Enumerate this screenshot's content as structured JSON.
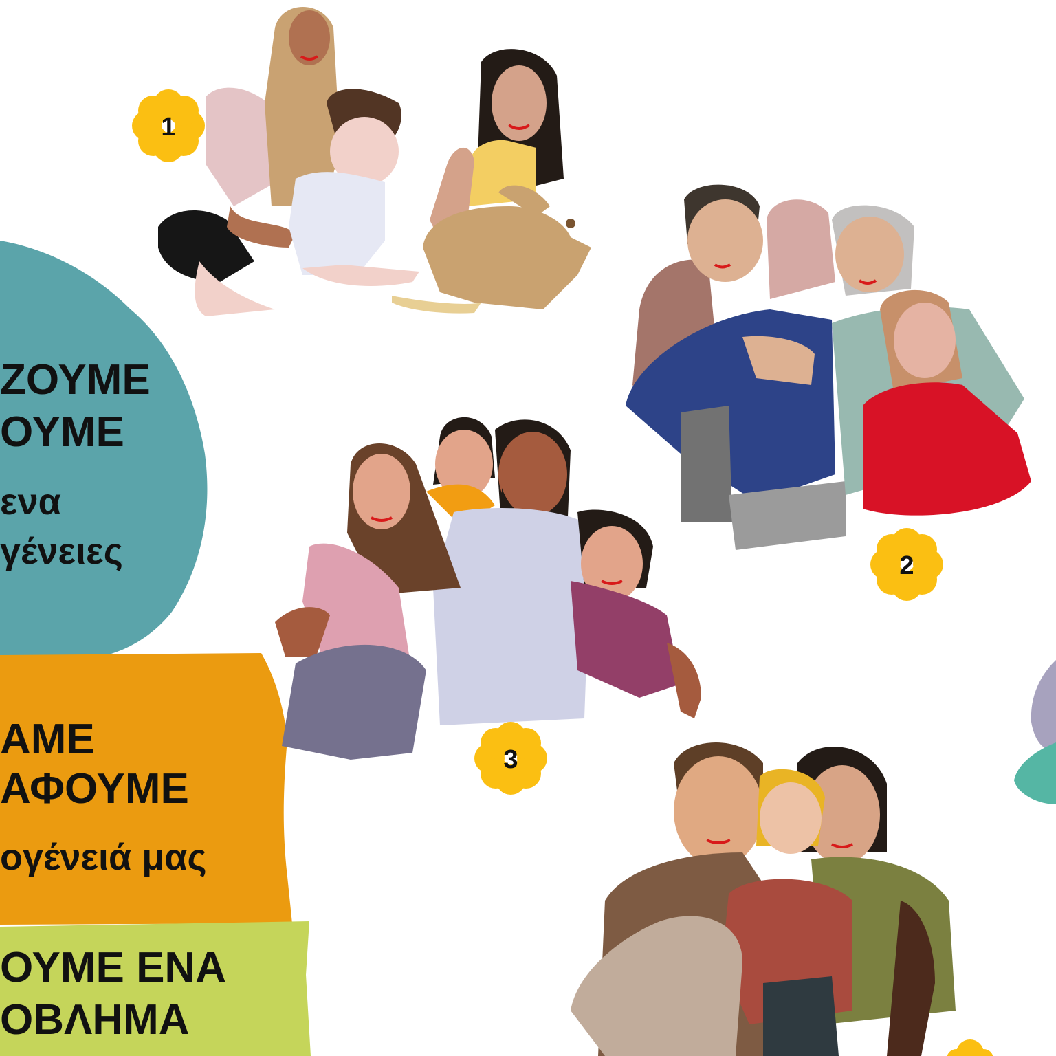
{
  "badges": [
    {
      "number": "1"
    },
    {
      "number": "2"
    },
    {
      "number": "3"
    }
  ],
  "panels": {
    "teal": {
      "color": "#5ba4aa",
      "heading_lines": [
        "ΖΟΥΜΕ",
        "ΟΥΜΕ"
      ],
      "sub_lines": [
        "ενα",
        "γένειες"
      ]
    },
    "orange": {
      "color": "#eb9b10",
      "heading_lines": [
        "ΑΜΕ",
        "ΑΦΟΥΜΕ"
      ],
      "sub_lines": [
        "ογένειά μας"
      ]
    },
    "green": {
      "color": "#c5d55a",
      "heading_lines": [
        "ΟΥΜΕ ΕΝΑ",
        "ΟΒΛΗΜΑ"
      ]
    }
  },
  "colors": {
    "badge": "#fbbf12",
    "background": "#ffffff"
  }
}
